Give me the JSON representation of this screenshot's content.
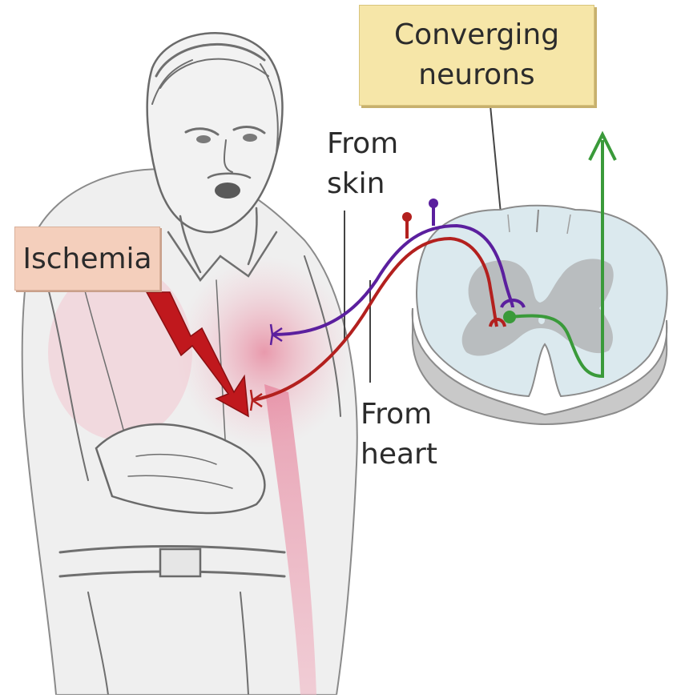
{
  "labels": {
    "ischemia": "Ischemia",
    "converging_line1": "Converging",
    "converging_line2": "neurons",
    "from_skin_line1": "From",
    "from_skin_line2": "skin",
    "from_heart_line1": "From",
    "from_heart_line2": "heart"
  },
  "colors": {
    "skin_neuron": "#5b1f9e",
    "heart_neuron": "#b3201e",
    "ascending_neuron": "#3a9a3a",
    "ischemia_arrow": "#c0181d",
    "spinal_cord": "#dbe9ee",
    "grey_matter": "#b9bdbf",
    "ischemia_box": "#f4cfbc",
    "converging_box": "#f6e6a8"
  },
  "icons": [
    "person-sketch",
    "spinal-cord-section",
    "lightning-arrow-icon",
    "up-arrow-icon"
  ]
}
